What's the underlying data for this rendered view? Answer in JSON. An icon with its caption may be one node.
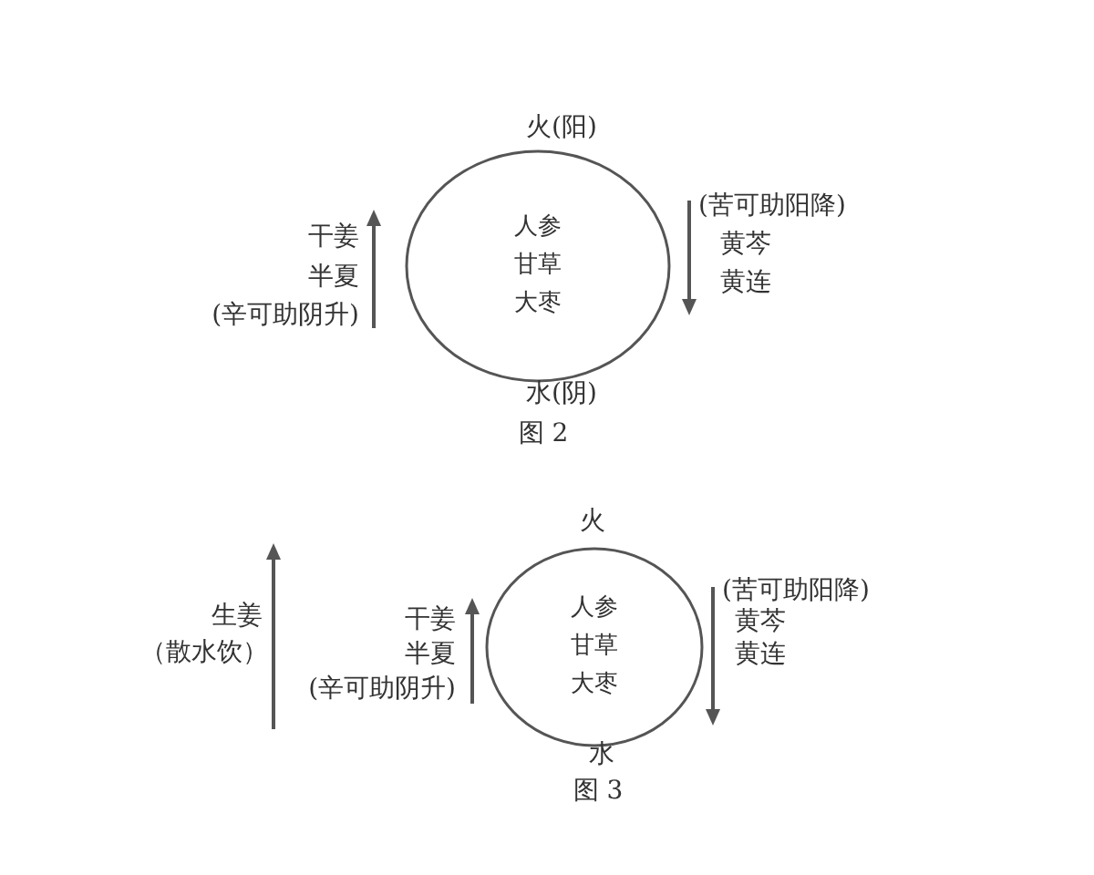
{
  "diagram": {
    "nodes": [
      {
        "text": [
          "人参",
          "甘草",
          "大枣"
        ]
      },
      {
        "text": [
          "人参",
          "甘草",
          "大枣"
        ]
      }
    ],
    "labels": [
      "火(阳)",
      "干姜",
      "半夏",
      "(辛可助阴升)",
      "(苦可助阳降)",
      "黄芩",
      "黄连",
      "水(阴)",
      "图 2",
      "火",
      "生姜",
      "（散水饮）",
      "干姜",
      "半夏",
      "(辛可助阴升)",
      "(苦可助阳降)",
      "黄芩",
      "黄连",
      "水",
      "图 3"
    ]
  }
}
